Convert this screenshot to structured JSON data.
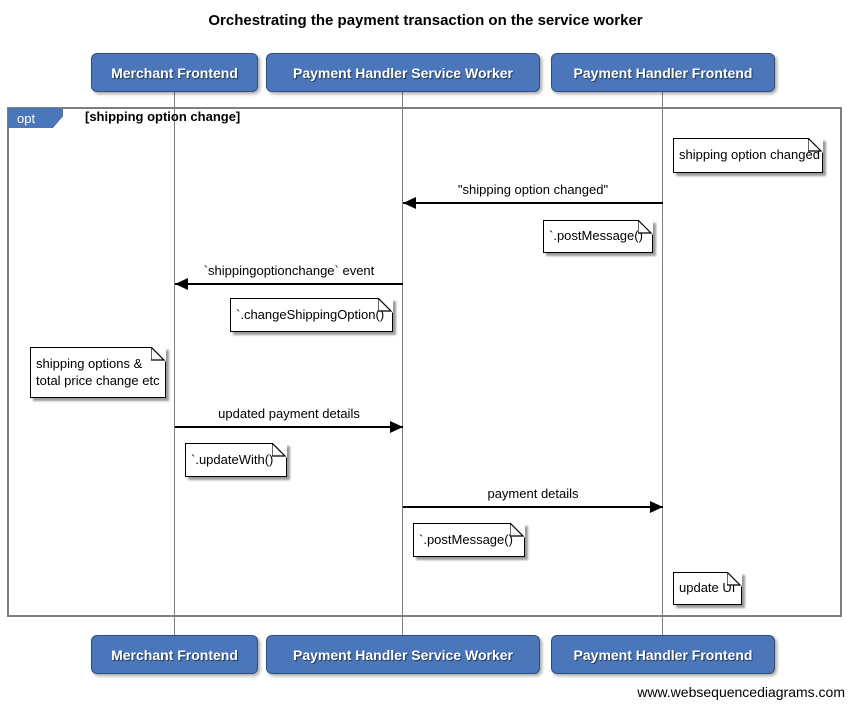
{
  "title": "Orchestrating the payment transaction on the service worker",
  "actors": [
    {
      "label": "Merchant Frontend"
    },
    {
      "label": "Payment Handler Service Worker"
    },
    {
      "label": "Payment Handler Frontend"
    }
  ],
  "fragment": {
    "operator": "opt",
    "condition": "[shipping option change]"
  },
  "messages": [
    {
      "label": "\"shipping option changed\"",
      "from": "Payment Handler Frontend",
      "to": "Payment Handler Service Worker",
      "direction": "left"
    },
    {
      "label": "`shippingoptionchange` event",
      "from": "Payment Handler Service Worker",
      "to": "Merchant Frontend",
      "direction": "left"
    },
    {
      "label": "updated payment details",
      "from": "Merchant Frontend",
      "to": "Payment Handler Service Worker",
      "direction": "right"
    },
    {
      "label": "payment details",
      "from": "Payment Handler Service Worker",
      "to": "Payment Handler Frontend",
      "direction": "right"
    }
  ],
  "notes": [
    {
      "text": "shipping option changed"
    },
    {
      "text": "`.postMessage()`"
    },
    {
      "text": "`.changeShippingOption()`"
    },
    {
      "lines": [
        "shipping options &",
        "total price change etc"
      ]
    },
    {
      "text": "`.updateWith()`"
    },
    {
      "text": "`.postMessage()`"
    },
    {
      "text": "update UI"
    }
  ],
  "footer": "www.websequencediagrams.com",
  "colors": {
    "actor_fill": "#4B77BA",
    "actor_border": "#2E4E7E",
    "frame_border": "#7F7F7F",
    "arrow_color": "#000000",
    "note_fill": "#FFFFFF"
  }
}
